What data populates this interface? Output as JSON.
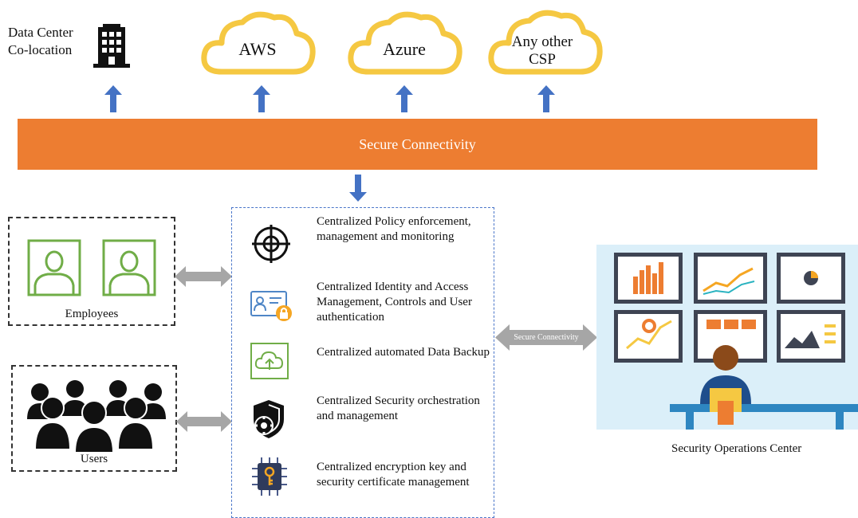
{
  "top": {
    "datacenter_label": "Data Center Co-location",
    "clouds": [
      {
        "label": "AWS"
      },
      {
        "label": "Azure"
      },
      {
        "label": "Any other CSP"
      }
    ]
  },
  "bar": {
    "label": "Secure Connectivity"
  },
  "left": {
    "employees_label": "Employees",
    "users_label": "Users"
  },
  "center": {
    "features": [
      {
        "icon": "crosshair-icon",
        "text": "Centralized Policy enforcement, management and monitoring"
      },
      {
        "icon": "id-card-lock-icon",
        "text": "Centralized Identity and Access Management, Controls and User authentication"
      },
      {
        "icon": "cloud-upload-icon",
        "text": "Centralized automated Data Backup"
      },
      {
        "icon": "shield-gear-icon",
        "text": "Centralized Security orchestration and management"
      },
      {
        "icon": "chip-key-icon",
        "text": "Centralized encryption key and security certificate management"
      }
    ]
  },
  "right": {
    "connector_label": "Secure Connectivity",
    "soc_label": "Security Operations Center"
  },
  "colors": {
    "bar": "#ed7d31",
    "cloud_stroke": "#f5c842",
    "arrow_blue": "#4472c4",
    "dashed_blue": "#4a76c9",
    "employee_green": "#70ad47",
    "gray_arrow": "#a6a6a6",
    "soc_bg": "#dbeff9",
    "soc_screen": "#3e4453"
  }
}
